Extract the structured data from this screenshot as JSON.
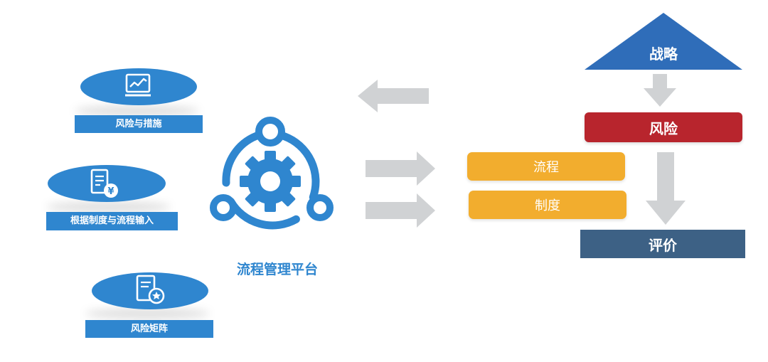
{
  "left_cards": [
    {
      "label": "风险与措施",
      "icon": "monitor-chart-icon"
    },
    {
      "label": "根据制度与流程输入",
      "icon": "receipt-yen-icon"
    },
    {
      "label": "风险矩阵",
      "icon": "document-star-icon"
    }
  ],
  "platform": {
    "title": "流程管理平台",
    "icon": "gear-network-icon"
  },
  "middle": {
    "process": "流程",
    "system": "制度"
  },
  "right": {
    "strategy": "战略",
    "risk": "风险",
    "evaluation": "评价"
  },
  "colors": {
    "blue": "#2f86cf",
    "dark_blue": "#2f6db9",
    "orange": "#f2ad2e",
    "red": "#b8252d",
    "slate": "#3d6185",
    "arrow_gray": "#d0d2d4"
  }
}
